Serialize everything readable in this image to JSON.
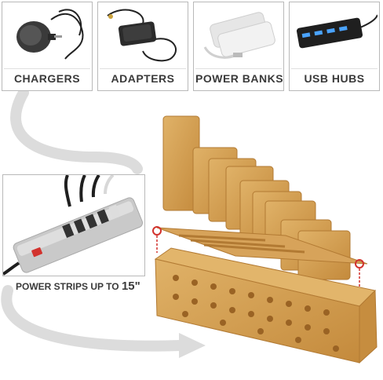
{
  "categories": [
    {
      "label": "CHARGERS",
      "icon": "wall-charger-icon"
    },
    {
      "label": "ADAPTERS",
      "icon": "laptop-adapter-icon"
    },
    {
      "label": "POWER BANKS",
      "icon": "power-bank-icon"
    },
    {
      "label": "USB HUBS",
      "icon": "usb-hub-icon"
    }
  ],
  "power_strips": {
    "caption_prefix": "POWER STRIPS",
    "caption_middle": "UP TO",
    "caption_size": "15\"",
    "icon": "power-strip-icon"
  },
  "colors": {
    "bamboo": "#d6a255",
    "bamboo_dark": "#b27a33",
    "arrow_gray": "#d9d9d9",
    "label_text": "#3a3a3a",
    "red_marker": "#d2322d"
  }
}
